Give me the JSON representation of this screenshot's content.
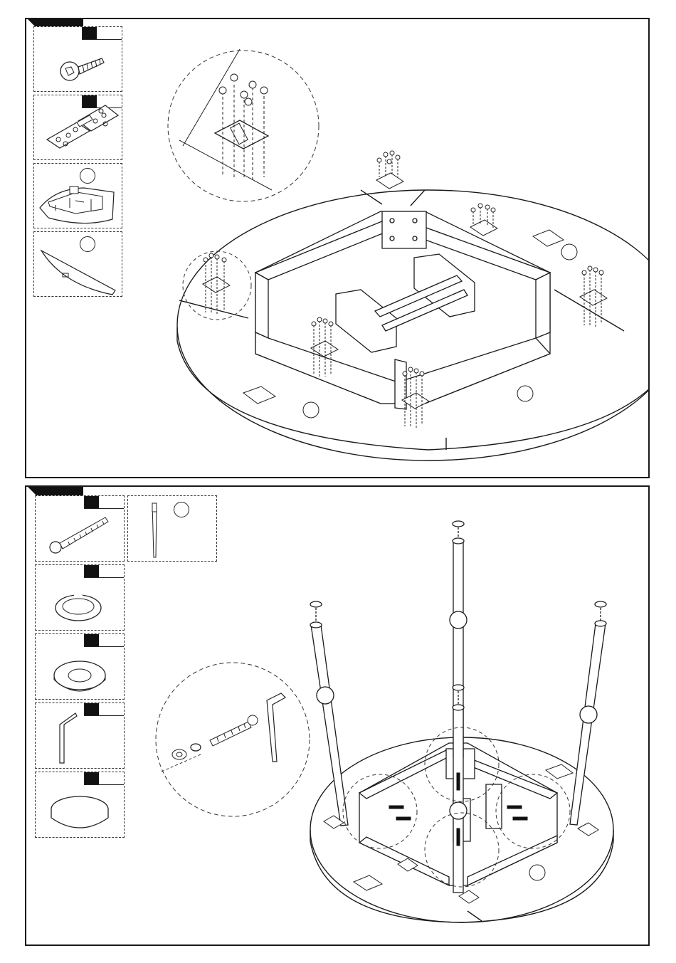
{
  "panels": [
    {
      "id": "panel-1",
      "step_number": "",
      "parts": [
        {
          "name": "screw",
          "icon": "screw-icon",
          "code": ""
        },
        {
          "name": "hinge",
          "icon": "hinge-icon",
          "code": ""
        },
        {
          "name": "corner-bracket",
          "icon": "bracket-icon",
          "quantity_circle": ""
        },
        {
          "name": "tabletop-segment",
          "icon": "segment-icon",
          "quantity_circle": ""
        }
      ]
    },
    {
      "id": "panel-2",
      "step_number": "",
      "parts": [
        {
          "name": "bolt",
          "icon": "bolt-icon",
          "code": ""
        },
        {
          "name": "table-leg",
          "icon": "leg-icon",
          "quantity_circle": ""
        },
        {
          "name": "spring-washer",
          "icon": "spring-washer-icon",
          "code": ""
        },
        {
          "name": "flat-washer",
          "icon": "flat-washer-icon",
          "code": ""
        },
        {
          "name": "allen-key",
          "icon": "allen-key-icon",
          "code": ""
        },
        {
          "name": "floor-glide",
          "icon": "floor-glide-icon",
          "code": ""
        }
      ]
    }
  ],
  "colors": {
    "line": "#1a1a1a",
    "paper": "#ffffff",
    "fill_dark": "#111111"
  }
}
